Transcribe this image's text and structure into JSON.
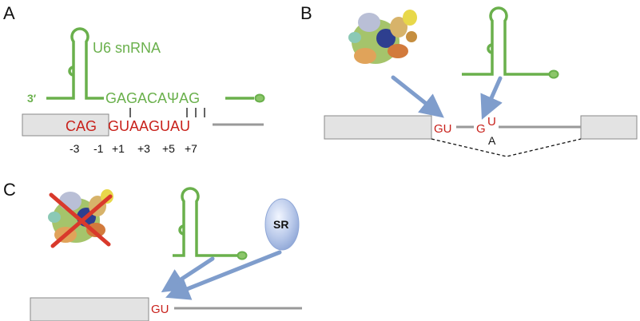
{
  "panels": {
    "a": {
      "letter": "A",
      "snrna_label": "U6 snRNA",
      "three_prime": "3′",
      "u6_sequence": "GAGACAΨAG",
      "exon_end": "CAG",
      "intron_start": "GUAAGUAU",
      "positions": [
        "-3",
        "-1",
        "+1",
        "+3",
        "+5",
        "+7"
      ]
    },
    "b": {
      "letter": "B",
      "site_a": "GU",
      "site_b_g": "G",
      "site_b_u": "U",
      "site_b_a": "A"
    },
    "c": {
      "letter": "C",
      "sr_label": "SR",
      "site": "GU"
    }
  },
  "colors": {
    "rna_green": "#6ab04c",
    "seq_red": "#c8211b",
    "arrow_blue": "#7f9dcc",
    "exon_fill": "#e3e3e3",
    "intron_line": "#999999",
    "cross_red": "#d9392b"
  }
}
